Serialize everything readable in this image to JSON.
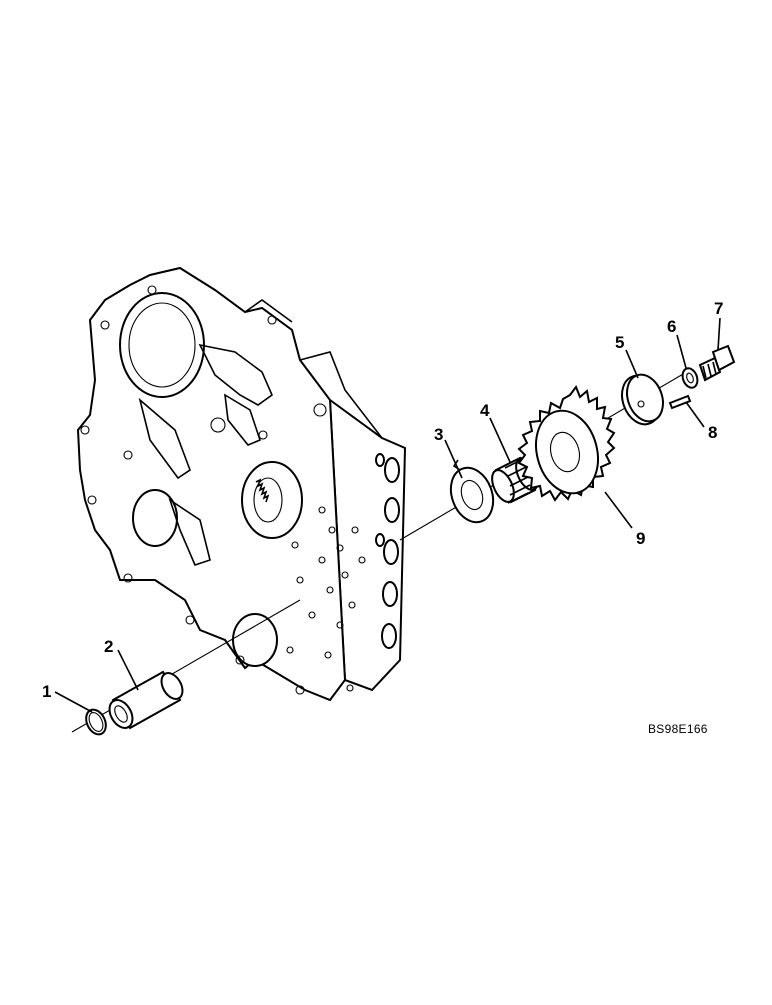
{
  "diagram": {
    "drawing_code": "BS98E166",
    "callouts": [
      {
        "id": "c1",
        "label": "1"
      },
      {
        "id": "c2",
        "label": "2"
      },
      {
        "id": "c3",
        "label": "3"
      },
      {
        "id": "c4",
        "label": "4"
      },
      {
        "id": "c5",
        "label": "5"
      },
      {
        "id": "c6",
        "label": "6"
      },
      {
        "id": "c7",
        "label": "7"
      },
      {
        "id": "c8",
        "label": "8"
      },
      {
        "id": "c9",
        "label": "9"
      }
    ]
  }
}
